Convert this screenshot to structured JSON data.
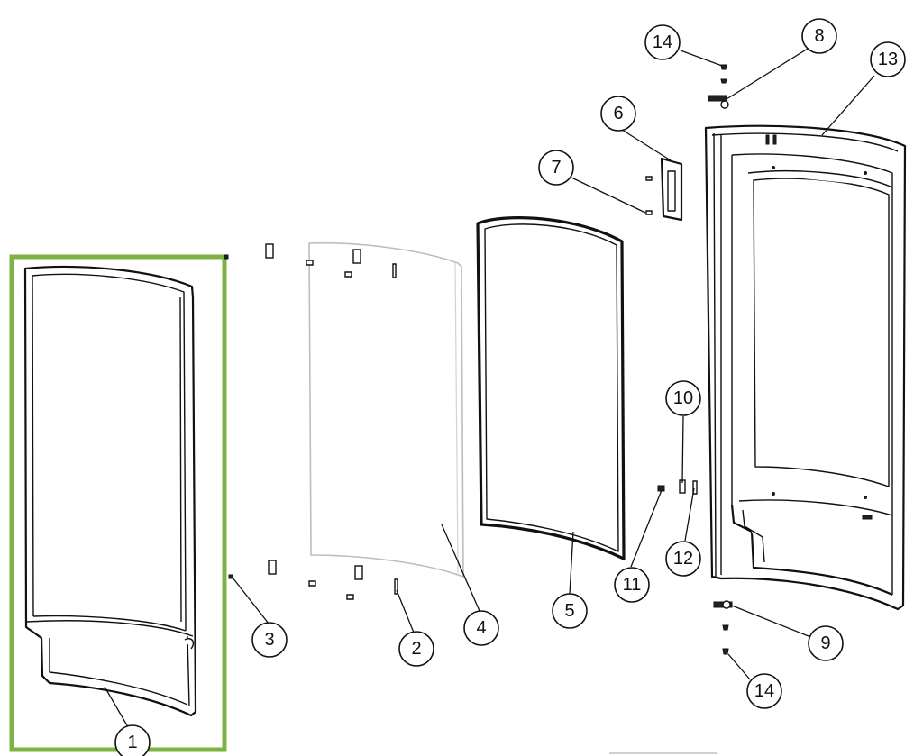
{
  "diagram": {
    "highlight_color": "#7cb342",
    "callouts": [
      {
        "id": "1",
        "text": "1"
      },
      {
        "id": "2",
        "text": "2"
      },
      {
        "id": "3",
        "text": "3"
      },
      {
        "id": "4",
        "text": "4"
      },
      {
        "id": "5",
        "text": "5"
      },
      {
        "id": "6",
        "text": "6"
      },
      {
        "id": "7",
        "text": "7"
      },
      {
        "id": "8",
        "text": "8"
      },
      {
        "id": "9",
        "text": "9"
      },
      {
        "id": "10",
        "text": "10"
      },
      {
        "id": "11",
        "text": "11"
      },
      {
        "id": "12",
        "text": "12"
      },
      {
        "id": "13",
        "text": "13"
      },
      {
        "id": "14a",
        "text": "14"
      },
      {
        "id": "14b",
        "text": "14"
      }
    ]
  }
}
